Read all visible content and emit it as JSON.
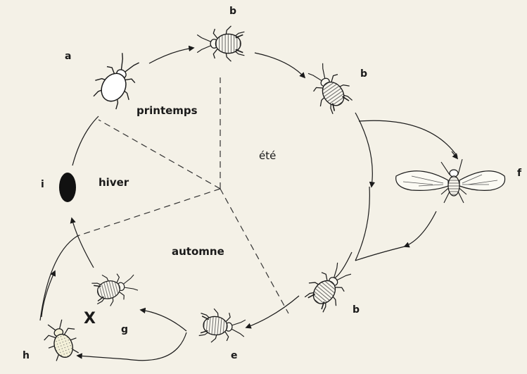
{
  "seasons": {
    "spring": "printemps",
    "summer": "été",
    "winter": "hiver",
    "autumn": "automne"
  },
  "stage_labels": {
    "a": "a",
    "b_top": "b",
    "b_right": "b",
    "b_bottom": "b",
    "e": "e",
    "f": "f",
    "g": "g",
    "h": "h",
    "i": "i"
  },
  "cross_mark": "X",
  "icons": {
    "spring": "aphid-wingless-white-icon",
    "summer_top": "aphid-wingless-icon",
    "summer_right": "aphid-wingless-icon",
    "winged": "aphid-winged-icon",
    "autumn_right": "aphid-wingless-icon",
    "autumn_bottom": "aphid-wingless-icon",
    "autumn_g": "aphid-wingless-icon",
    "male_h": "aphid-male-icon",
    "egg": "egg-icon"
  },
  "colors": {
    "ink": "#1a1a1a",
    "paper": "#f4f1e7",
    "egg": "#111111",
    "body_fill": "#f8f6ee"
  }
}
